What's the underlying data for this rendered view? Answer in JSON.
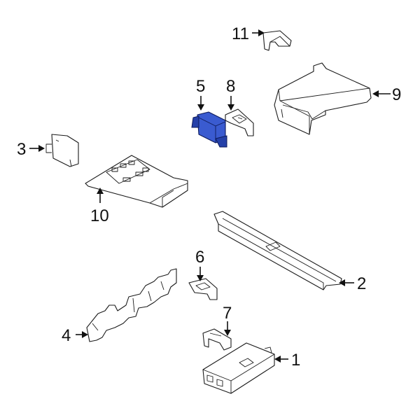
{
  "highlight_color": "#3a5bd0",
  "callouts": [
    {
      "id": "1",
      "label": "1"
    },
    {
      "id": "2",
      "label": "2"
    },
    {
      "id": "3",
      "label": "3"
    },
    {
      "id": "4",
      "label": "4"
    },
    {
      "id": "5",
      "label": "5",
      "highlighted": true
    },
    {
      "id": "6",
      "label": "6"
    },
    {
      "id": "7",
      "label": "7"
    },
    {
      "id": "8",
      "label": "8"
    },
    {
      "id": "9",
      "label": "9"
    },
    {
      "id": "10",
      "label": "10"
    },
    {
      "id": "11",
      "label": "11"
    }
  ]
}
